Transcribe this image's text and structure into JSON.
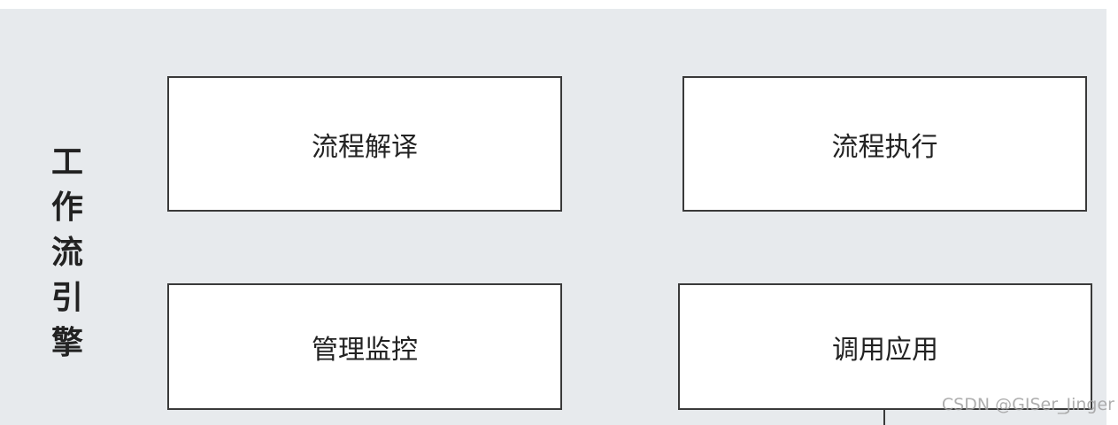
{
  "diagram": {
    "side_label_chars": [
      "工",
      "作",
      "流",
      "引",
      "擎"
    ],
    "boxes": {
      "top_left": "流程解译",
      "top_right": "流程执行",
      "bottom_left": "管理监控",
      "bottom_right": "调用应用"
    },
    "watermark": "CSDN @GISer_Jinger"
  },
  "colors": {
    "panel_background": "#e7eaed",
    "box_fill": "#ffffff",
    "box_border": "#3a3a3a",
    "text": "#222222"
  }
}
